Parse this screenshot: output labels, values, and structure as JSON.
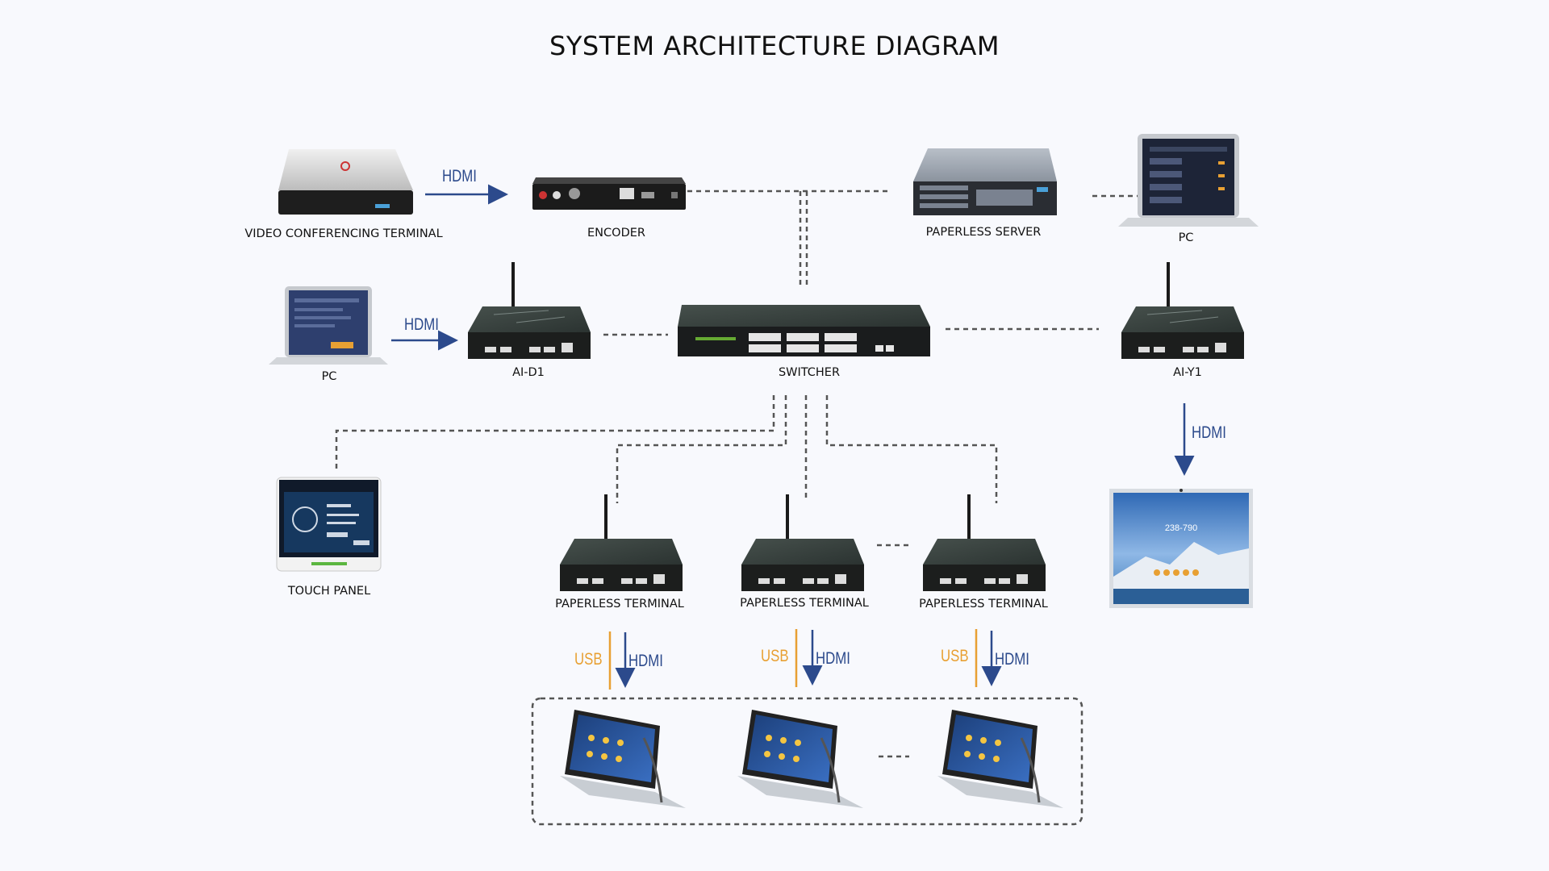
{
  "diagram": {
    "title": "SYSTEM ARCHITECTURE DIAGRAM",
    "colors": {
      "hdmi": "#2c4a8c",
      "usb": "#e8a033",
      "connector": "#555555",
      "background": "#f8f9fd"
    },
    "devices": {
      "video_conferencing_terminal": "VIDEO CONFERENCING TERMINAL",
      "encoder": "ENCODER",
      "paperless_server": "PAPERLESS SERVER",
      "pc_top_right": "PC",
      "pc_left": "PC",
      "ai_d1": "AI-D1",
      "switcher": "SWITCHER",
      "ai_y1": "AI-Y1",
      "touch_panel": "TOUCH PANEL",
      "paperless_terminal_1": "PAPERLESS TERMINAL",
      "paperless_terminal_2": "PAPERLESS TERMINAL",
      "paperless_terminal_3": "PAPERLESS TERMINAL"
    },
    "connection_labels": {
      "hdmi": "HDMI",
      "usb": "USB"
    },
    "display_clock": "238-790"
  }
}
